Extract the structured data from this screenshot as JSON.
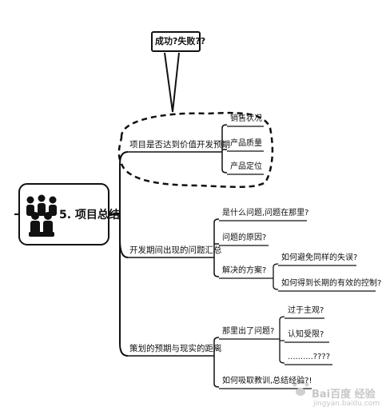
{
  "root": {
    "label": "5. 项目总结",
    "icon": "people-group-icon"
  },
  "callout": {
    "label": "成功?失败??"
  },
  "branches": [
    {
      "label": "项目是否达到价值开发预期",
      "children": [
        {
          "label": "销售状况"
        },
        {
          "label": "产品质量"
        },
        {
          "label": "产品定位"
        }
      ]
    },
    {
      "label": "开发期间出现的问题汇总",
      "children": [
        {
          "label": "是什么问题,问题在那里?"
        },
        {
          "label": "问题的原因?"
        },
        {
          "label": "解决的方案?",
          "children": [
            {
              "label": "如何避免同样的失误?"
            },
            {
              "label": "如何得到长期的有效的控制?"
            }
          ]
        }
      ]
    },
    {
      "label": "策划的预期与现实的距离",
      "children": [
        {
          "label": "那里出了问题?",
          "children": [
            {
              "label": "过于主观?"
            },
            {
              "label": "认知受限?"
            },
            {
              "label": "..........????"
            }
          ]
        },
        {
          "label": "如何吸取教训,总结经验?!"
        }
      ]
    }
  ],
  "watermark": {
    "label": "Bai百度 经验",
    "url": "jingyan.baidu.com"
  }
}
